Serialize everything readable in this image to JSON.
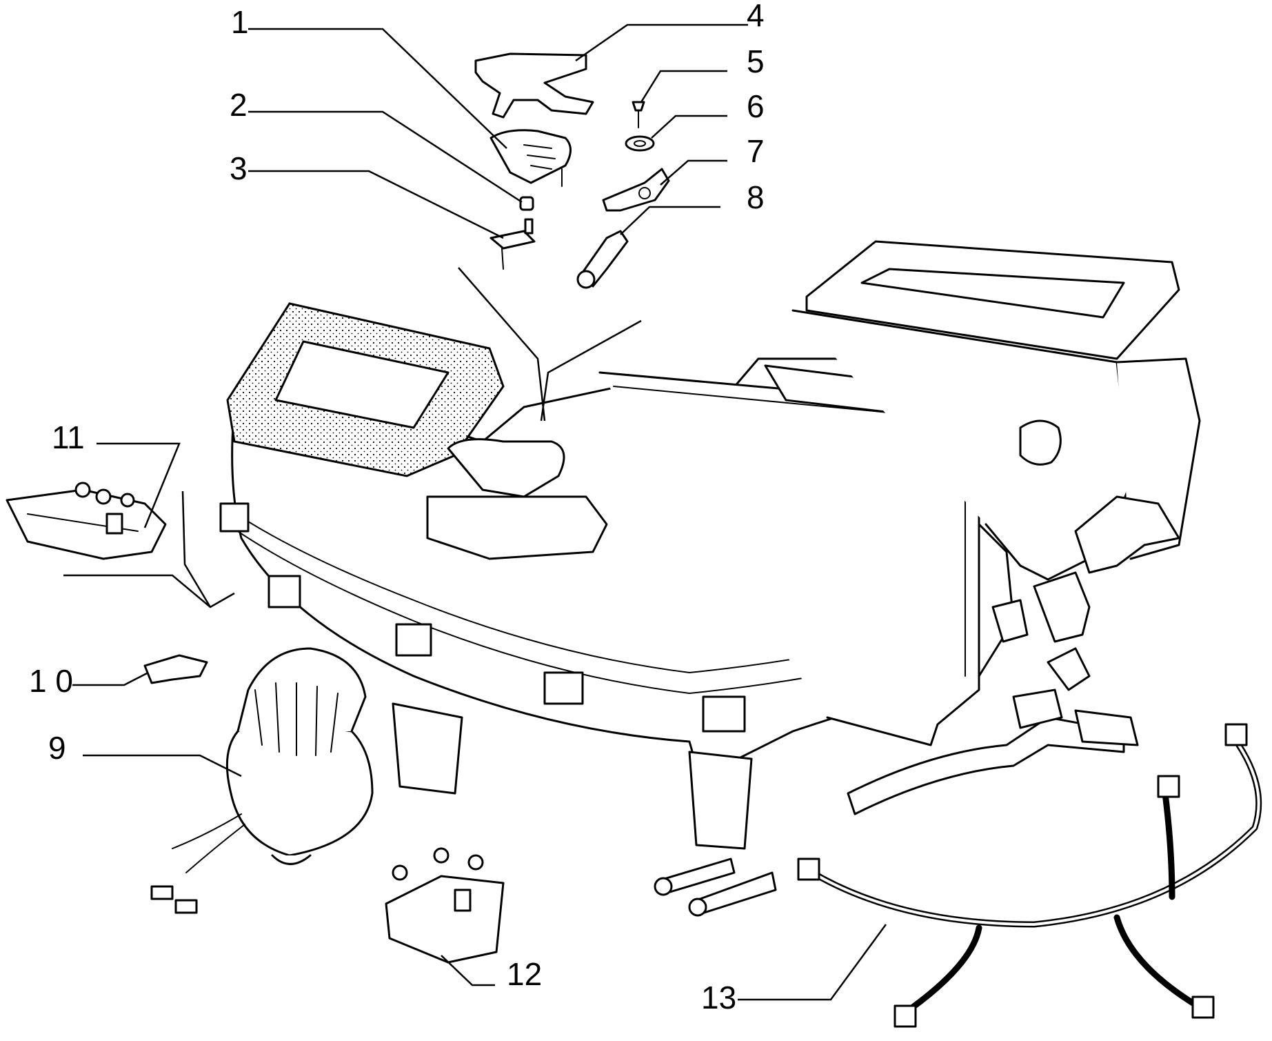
{
  "diagram": {
    "callouts": [
      {
        "id": "1",
        "label": "1"
      },
      {
        "id": "2",
        "label": "2"
      },
      {
        "id": "3",
        "label": "3"
      },
      {
        "id": "4",
        "label": "4"
      },
      {
        "id": "5",
        "label": "5"
      },
      {
        "id": "6",
        "label": "6"
      },
      {
        "id": "7",
        "label": "7"
      },
      {
        "id": "8",
        "label": "8"
      },
      {
        "id": "9",
        "label": "9"
      },
      {
        "id": "10",
        "label": "1 0"
      },
      {
        "id": "11",
        "label": "11"
      },
      {
        "id": "12",
        "label": "12"
      },
      {
        "id": "13",
        "label": "13"
      }
    ]
  }
}
